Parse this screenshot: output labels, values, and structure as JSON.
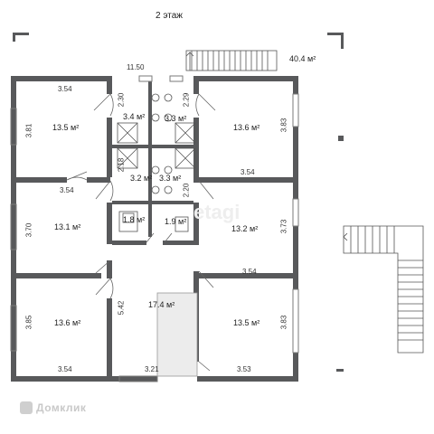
{
  "floor_title": "2 этаж",
  "watermark_logo": "Домклик",
  "watermark_center": "etagi",
  "areas": {
    "terrace": "40.4 м²",
    "room_top_left": "13.5 м²",
    "room_mid_left": "13.1 м²",
    "room_bottom_left": "13.6 м²",
    "room_top_right": "13.6 м²",
    "room_mid_right": "13.2 м²",
    "room_bottom_right": "13.5 м²",
    "hall": "17.4 м²",
    "bath_1": "3.4 м²",
    "bath_2": "3.3 м²",
    "bath_3": "3.2 м²",
    "bath_4": "3.3 м²",
    "bath_5": "1.8 м²",
    "bath_6": "1.9 м²"
  },
  "dims": {
    "top_width": "11.50",
    "tl_w": "3.54",
    "tl_h": "3.81",
    "ml_w": "3.54",
    "ml_h": "3.70",
    "bl_w": "3.54",
    "bl_h": "3.85",
    "tr_w": "3.54",
    "tr_h": "3.83",
    "mr_w": "3.54",
    "mr_h": "3.73",
    "br_w": "3.53",
    "br_h": "3.83",
    "hall_w": "3.21",
    "hall_h": "5.42",
    "b1_h": "2.30",
    "b2_h": "2.29",
    "b3_h": "2.18",
    "b4_h": "2.20"
  },
  "colors": {
    "wall": "#58595b",
    "window": "#7a7a7a",
    "stair": "#555555",
    "text": "#222222"
  }
}
